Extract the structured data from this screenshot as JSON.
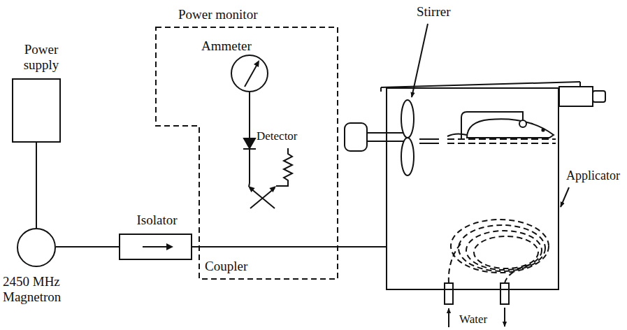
{
  "diagram": {
    "nodes": [
      {
        "text": [
          "Power supply"
        ]
      },
      {
        "text": [
          "2450 MHz Magnetron"
        ]
      },
      {
        "text": [
          "Isolator"
        ]
      },
      {
        "text": [
          "Power monitor"
        ]
      },
      {
        "text": [
          "Ammeter"
        ],
        "in": 3
      },
      {
        "text": [
          "Coupler"
        ],
        "in": 3
      },
      {
        "text": [
          "Applicator"
        ]
      }
    ],
    "edges": [
      {
        "from": 0,
        "to": 1,
        "arrow": "none"
      },
      {
        "from": 1,
        "to": 2,
        "arrow": "none"
      },
      {
        "from": 2,
        "to": 6,
        "arrow": "none"
      },
      {
        "from": 4,
        "to": 5,
        "arrow": "none"
      }
    ],
    "labels": [
      "Detector",
      "Stirrer",
      "Water"
    ]
  }
}
